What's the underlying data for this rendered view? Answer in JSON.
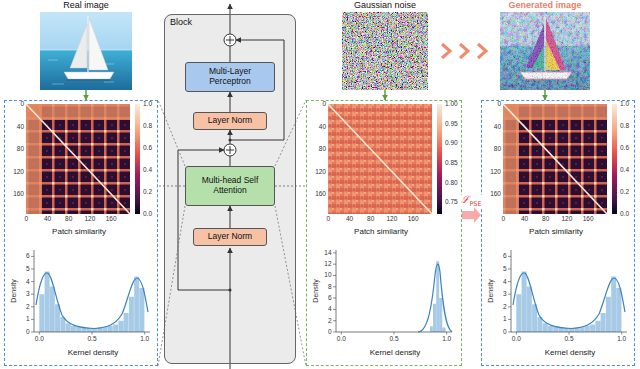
{
  "diagram": {
    "nodes": [
      {
        "text": [
          "Real image"
        ]
      },
      {
        "text": [
          "Gaussian noise"
        ]
      },
      {
        "text": [
          "Generated image"
        ]
      },
      {
        "text": [
          "Patch similarity",
          "Kernel density"
        ]
      },
      {
        "text": [
          "Block"
        ]
      },
      {
        "text": [
          "Multi-Layer Perceptron"
        ],
        "in": 4
      },
      {
        "text": [
          "Layer Norm"
        ],
        "in": 4
      },
      {
        "text": [
          "Multi-head Self Attention"
        ],
        "in": 4
      },
      {
        "text": [
          "Layer Norm"
        ],
        "in": 4
      },
      {
        "text": [
          "Patch similarity",
          "Kernel density"
        ]
      },
      {
        "text": [
          "Patch similarity",
          "Kernel density"
        ]
      }
    ],
    "edges": [
      {
        "from": 0,
        "to": 3,
        "arrow": "to"
      },
      {
        "from": 1,
        "to": 9,
        "arrow": "to"
      },
      {
        "from": 2,
        "to": 10,
        "arrow": "to"
      },
      {
        "from": 1,
        "to": 2,
        "arrow": "to"
      },
      {
        "from": 9,
        "to": 10,
        "arrow": "to",
        "label": "ℒPSE"
      },
      {
        "from": 7,
        "to": 3,
        "arrow": "none"
      },
      {
        "from": 7,
        "to": 9,
        "arrow": "none"
      },
      {
        "from": 8,
        "to": 7,
        "arrow": "to"
      },
      {
        "from": 7,
        "to": 6,
        "arrow": "to"
      },
      {
        "from": 6,
        "to": 5,
        "arrow": "to"
      }
    ],
    "labels": [
      "0",
      "40",
      "80",
      "120",
      "160",
      "0",
      "40",
      "80",
      "120",
      "160",
      "1.0",
      "0.8",
      "0.6",
      "0.4",
      "0.2",
      "0.0",
      "Density",
      "0",
      "1",
      "2",
      "3",
      "4",
      "5",
      "6",
      "0.0",
      "0.5",
      "1.0",
      "0",
      "40",
      "80",
      "120",
      "160",
      "0",
      "40",
      "80",
      "120",
      "160",
      "1.00",
      "0.95",
      "0.90",
      "0.85",
      "0.80",
      "0.75",
      "Density",
      "0",
      "2",
      "4",
      "6",
      "8",
      "10",
      "12",
      "14",
      "0.0",
      "0.5",
      "1.0",
      "0",
      "40",
      "80",
      "120",
      "160",
      "0",
      "40",
      "80",
      "120",
      "160",
      "1.0",
      "0.8",
      "0.6",
      "0.4",
      "0.2",
      "0.0",
      "Density",
      "0",
      "1",
      "2",
      "3",
      "4",
      "5",
      "6",
      "0.0",
      "0.5",
      "1.0"
    ]
  }
}
